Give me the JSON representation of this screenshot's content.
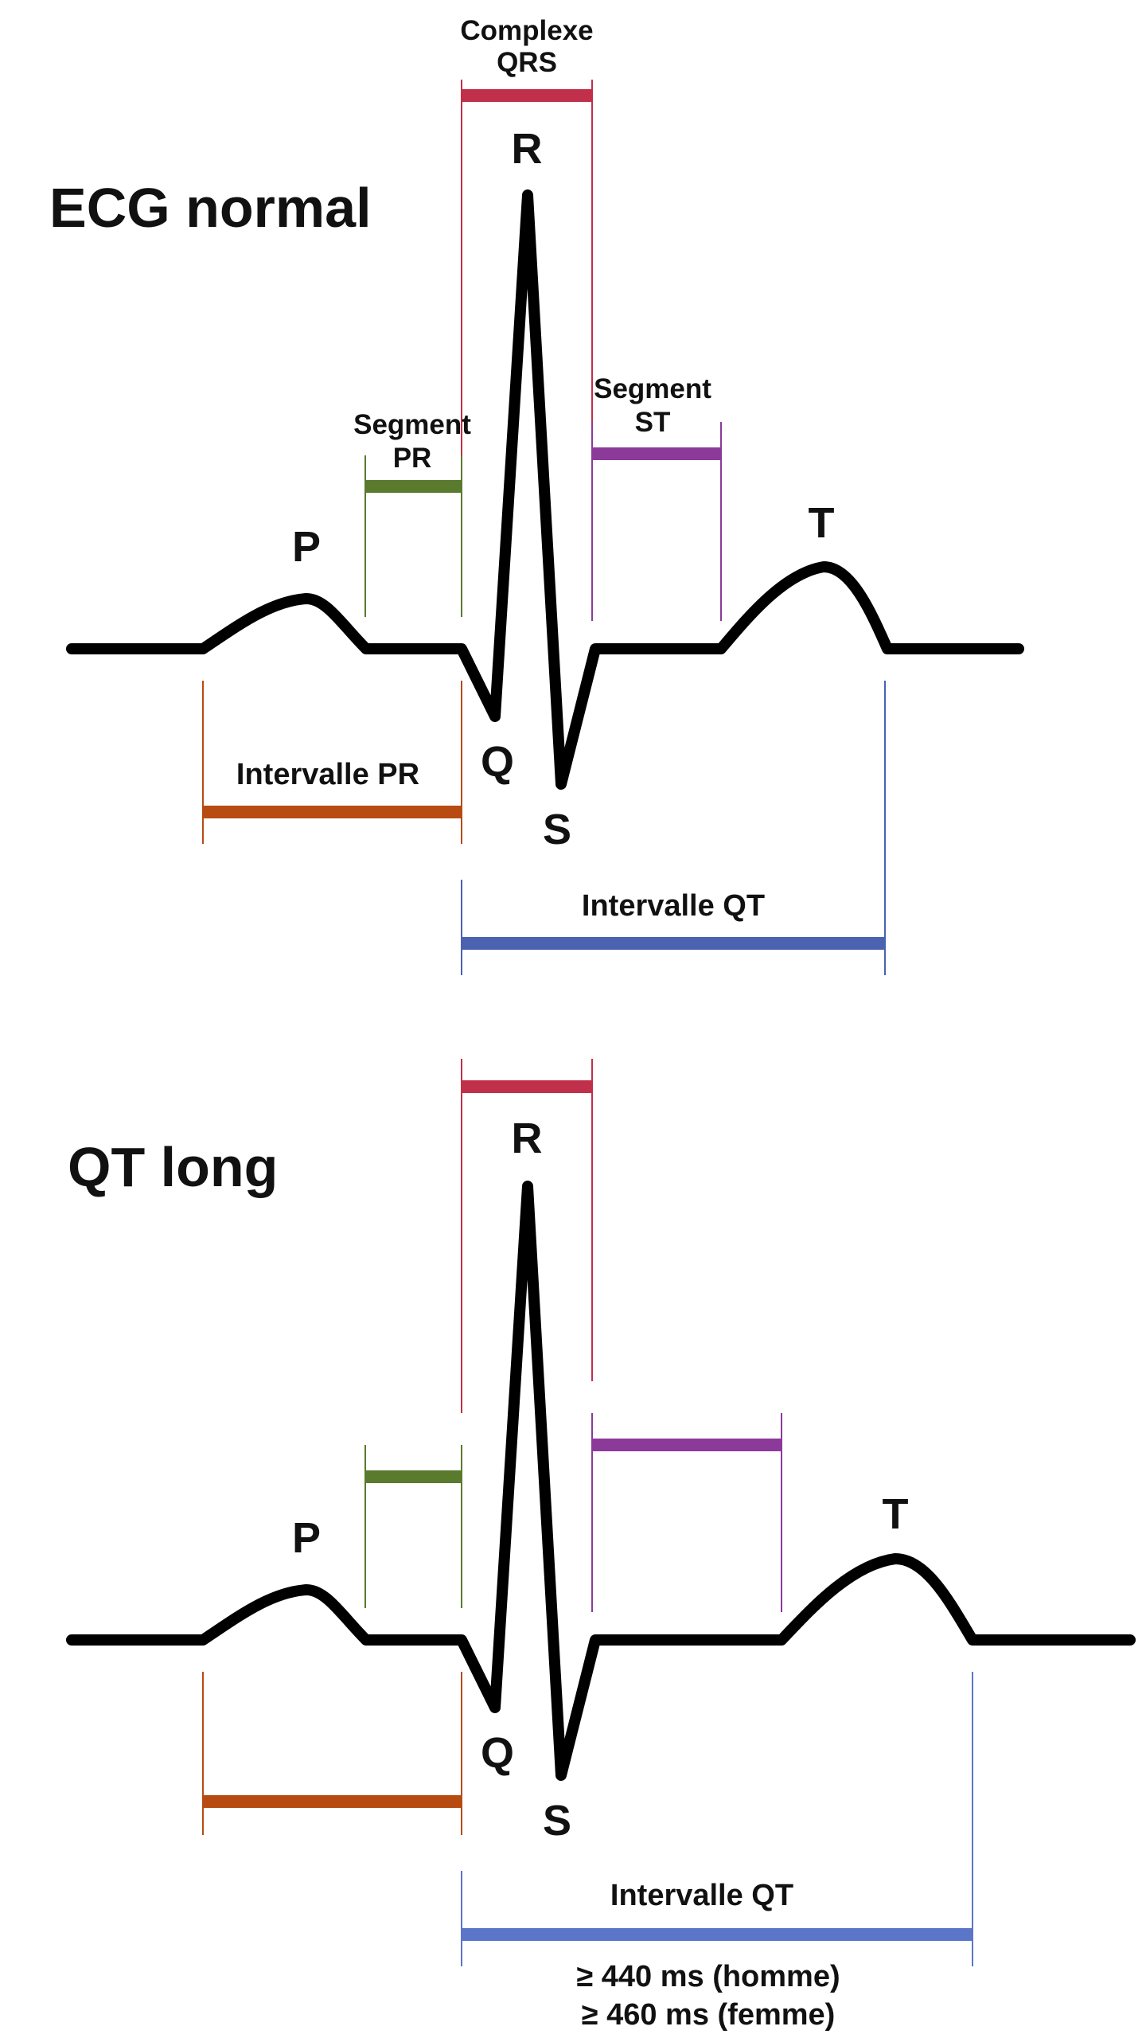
{
  "colors": {
    "qrs": "#c0304a",
    "pr_segment": "#5a7a2e",
    "st_segment": "#8b3a9a",
    "pr_interval": "#b84b12",
    "qt_interval": "#4a62b0",
    "qt_interval_long": "#5b76c9",
    "waveform": "#000000"
  },
  "normal": {
    "title": "ECG normal",
    "labels": {
      "P": "P",
      "Q": "Q",
      "R": "R",
      "S": "S",
      "T": "T"
    },
    "qrs_label_line1": "Complexe",
    "qrs_label_line2": "QRS",
    "pr_segment_line1": "Segment",
    "pr_segment_line2": "PR",
    "st_segment_line1": "Segment",
    "st_segment_line2": "ST",
    "pr_interval_label": "Intervalle PR",
    "qt_interval_label": "Intervalle QT"
  },
  "long": {
    "title": "QT long",
    "labels": {
      "P": "P",
      "Q": "Q",
      "R": "R",
      "S": "S",
      "T": "T"
    },
    "qt_interval_label": "Intervalle QT",
    "threshold_male": "≥ 440 ms (homme)",
    "threshold_female": "≥ 460 ms (femme)"
  }
}
